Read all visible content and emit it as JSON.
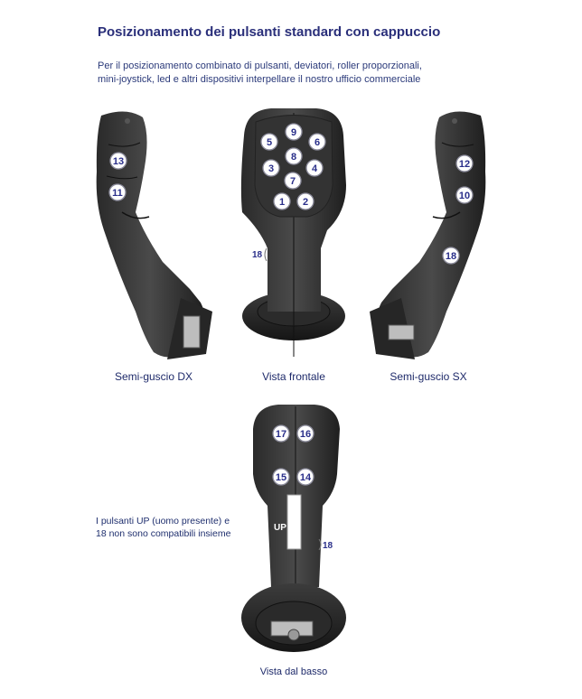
{
  "page": {
    "title": "Posizionamento dei pulsanti standard con cappuccio",
    "intro_line1": "Per il posizionamento combinato di pulsanti, deviatori, roller proporzionali,",
    "intro_line2": "mini-joystick, led e altri dispositivi interpellare il nostro ufficio commerciale"
  },
  "views": {
    "right_half": {
      "caption": "Semi-guscio DX",
      "buttons": [
        "13",
        "11"
      ]
    },
    "front": {
      "caption": "Vista frontale",
      "buttons": [
        "9",
        "5",
        "6",
        "8",
        "3",
        "4",
        "7",
        "1",
        "2"
      ],
      "side_label": "18"
    },
    "left_half": {
      "caption": "Semi-guscio SX",
      "buttons": [
        "12",
        "10",
        "18"
      ]
    },
    "bottom": {
      "caption": "Vista dal basso",
      "buttons": [
        "17",
        "16",
        "15",
        "14"
      ],
      "up_label": "UP",
      "side_label": "18"
    }
  },
  "note": {
    "line1": "I pulsanti UP (uomo presente) e",
    "line2": "18 non sono compatibili insieme"
  }
}
